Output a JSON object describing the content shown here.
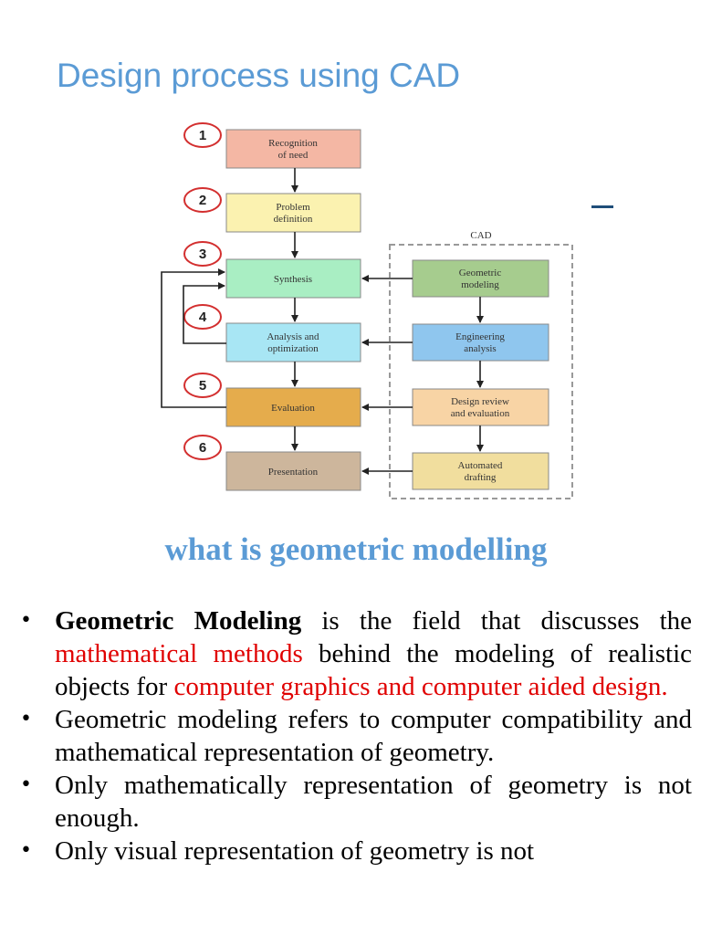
{
  "title": "Design process using CAD",
  "diagram": {
    "steps": [
      {
        "num": "1",
        "lines": [
          "Recognition",
          "of need"
        ],
        "color": "#f4b7a4"
      },
      {
        "num": "2",
        "lines": [
          "Problem",
          "definition"
        ],
        "color": "#fbf2b0"
      },
      {
        "num": "3",
        "lines": [
          "Synthesis"
        ],
        "color": "#a9eec3"
      },
      {
        "num": "4",
        "lines": [
          "Analysis and",
          "optimization"
        ],
        "color": "#a8e6f4"
      },
      {
        "num": "5",
        "lines": [
          "Evaluation"
        ],
        "color": "#e5ac4c"
      },
      {
        "num": "6",
        "lines": [
          "Presentation"
        ],
        "color": "#cdb69c"
      }
    ],
    "cad_label": "CAD",
    "cad_steps": [
      {
        "lines": [
          "Geometric",
          "modeling"
        ],
        "color": "#a6cc8e"
      },
      {
        "lines": [
          "Engineering",
          "analysis"
        ],
        "color": "#8fc6ee"
      },
      {
        "lines": [
          "Design review",
          "and evaluation"
        ],
        "color": "#f8d4a5"
      },
      {
        "lines": [
          "Automated",
          "drafting"
        ],
        "color": "#f1de9e"
      }
    ]
  },
  "subtitle": "what is geometric modelling",
  "bullets": {
    "b1": {
      "bold": "Geometric Modeling",
      "t1": " is the field that discusses the ",
      "r1": "mathematical methods",
      "t2": " behind the modeling of realistic objects for ",
      "r2": "computer graphics and computer aided design."
    },
    "b2": "Geometric modeling refers to computer compatibility and mathematical representation of geometry.",
    "b3": "Only mathematically representation of geometry is not enough.",
    "b4": "Only visual representation of geometry is not"
  },
  "colors": {
    "title_blue": "#5b9bd5",
    "highlight_red": "#e00000"
  }
}
